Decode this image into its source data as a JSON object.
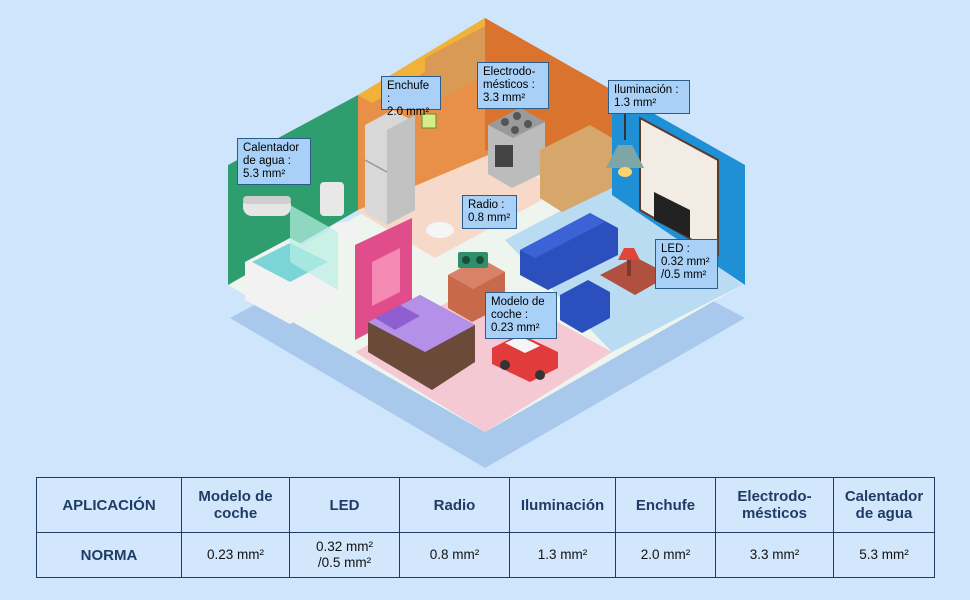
{
  "callouts": {
    "enchufe": "Enchufe :\n2.0 mm²",
    "electrodomesticos": "Electrodo-\nmésticos :\n3.3 mm²",
    "iluminacion": "Iluminación :\n1.3 mm²",
    "calentador": "Calentador\nde agua :\n5.3 mm²",
    "radio": "Radio :\n0.8 mm²",
    "led": "LED :\n0.32 mm²\n/0.5 mm²",
    "modelo": "Modelo de\ncoche :\n0.23 mm²"
  },
  "table": {
    "row1_label": "APLICACIÓN",
    "row2_label": "NORMA",
    "columns": [
      {
        "app": "Modelo de\ncoche",
        "norm": "0.23 mm²"
      },
      {
        "app": "LED",
        "norm": "0.32 mm²\n/0.5 mm²"
      },
      {
        "app": "Radio",
        "norm": "0.8 mm²"
      },
      {
        "app": "Iluminación",
        "norm": "1.3 mm²"
      },
      {
        "app": "Enchufe",
        "norm": "2.0 mm²"
      },
      {
        "app": "Electrodo-\nmésticos",
        "norm": "3.3 mm²"
      },
      {
        "app": "Calentador\nde agua",
        "norm": "5.3 mm²"
      }
    ]
  },
  "colors": {
    "background": "#cfe5fb",
    "callout_fill": "#a9d1f7",
    "table_border": "#1f3c66",
    "bathroom_wall": "#2e9e6e",
    "kitchen_wall": "#e0813c",
    "living_wall": "#1f8fd6",
    "bedroom_wall": "#e04d8a"
  }
}
